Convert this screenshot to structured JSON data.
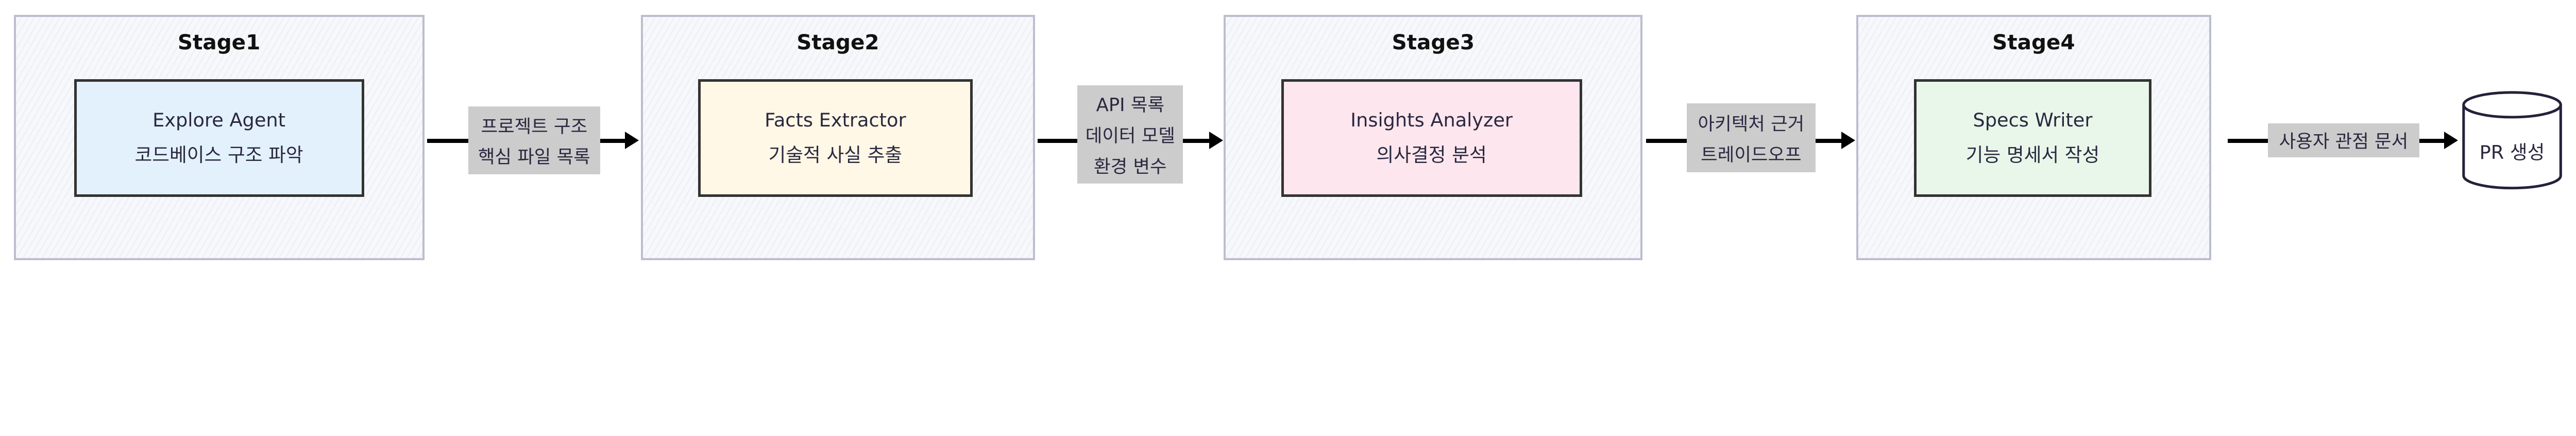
{
  "stages": [
    {
      "title": "Stage1",
      "node": {
        "title": "Explore Agent",
        "subtitle": "코드베이스 구조 파악",
        "fill": "#e3f1fd"
      }
    },
    {
      "title": "Stage2",
      "node": {
        "title": "Facts Extractor",
        "subtitle": "기술적 사실 추출",
        "fill": "#fff8e6"
      }
    },
    {
      "title": "Stage3",
      "node": {
        "title": "Insights Analyzer",
        "subtitle": "의사결정 분석",
        "fill": "#fde6ee"
      }
    },
    {
      "title": "Stage4",
      "node": {
        "title": "Specs Writer",
        "subtitle": "기능 명세서 작성",
        "fill": "#e8f7ea"
      }
    }
  ],
  "edges": [
    {
      "lines": [
        "프로젝트 구조",
        "핵심 파일 목록"
      ]
    },
    {
      "lines": [
        "API 목록",
        "데이터 모델",
        "환경 변수"
      ]
    },
    {
      "lines": [
        "아키텍처 근거",
        "트레이드오프"
      ]
    },
    {
      "lines": [
        "사용자 관점 문서"
      ]
    }
  ],
  "output": {
    "label": "PR 생성",
    "shape": "cylinder"
  }
}
